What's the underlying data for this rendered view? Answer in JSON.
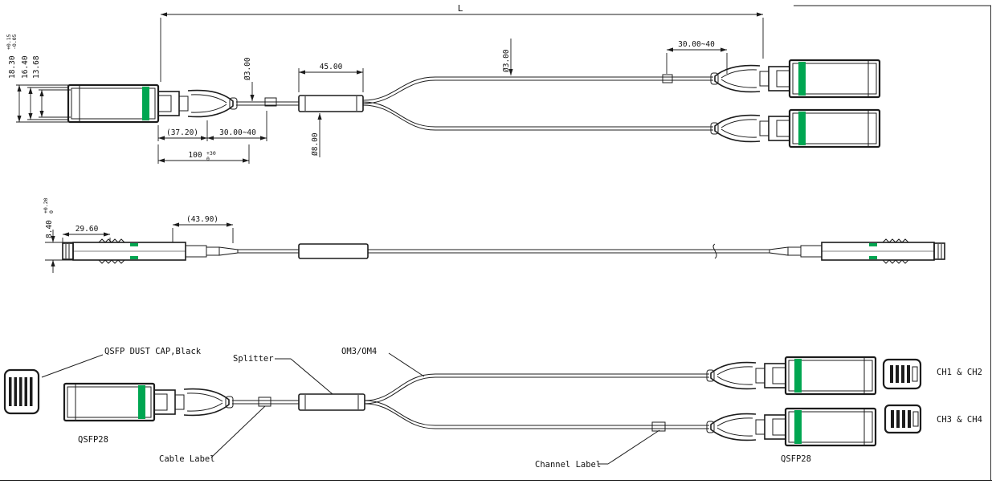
{
  "drawing": {
    "colors": {
      "line": "#1c1c1c",
      "accent_green": "#00a651",
      "background": "#ffffff"
    },
    "top_view": {
      "dim_overall_length": "L",
      "dim_cable_dia_left": "Ø3.00",
      "dim_splitter_length": "45.00",
      "dim_cable_dia_right": "Ø3.00",
      "dim_channel_label_pos": "30.00~40",
      "dim_height_outer": "18.30",
      "dim_height_outer_tol_plus": "+0.15",
      "dim_height_outer_tol_minus": "-0.05",
      "dim_height_mid": "16.40",
      "dim_height_inner": "13.68",
      "dim_body_length": "(37.20)",
      "dim_cable_label_pos": "30.00~40",
      "dim_breakout_length": "100",
      "dim_breakout_tol_plus": "+30",
      "dim_breakout_tol_minus": "0",
      "dim_splitter_dia": "Ø8.00"
    },
    "side_view": {
      "dim_height": "8.40",
      "dim_height_tol_plus": "+0.20",
      "dim_height_tol_minus": "0",
      "dim_cap_length": "29.60",
      "dim_latch_length": "(43.90)"
    },
    "bottom_view": {
      "callout_dust_cap": "QSFP DUST CAP,Black",
      "callout_splitter": "Splitter",
      "callout_fiber_type": "OM3/OM4",
      "callout_cable_label": "Cable Label",
      "callout_channel_label": "Channel Label",
      "connector_left_label": "QSFP28",
      "connector_right_label": "QSFP28",
      "channels_top": "CH1 & CH2",
      "channels_bottom": "CH3 & CH4"
    }
  }
}
